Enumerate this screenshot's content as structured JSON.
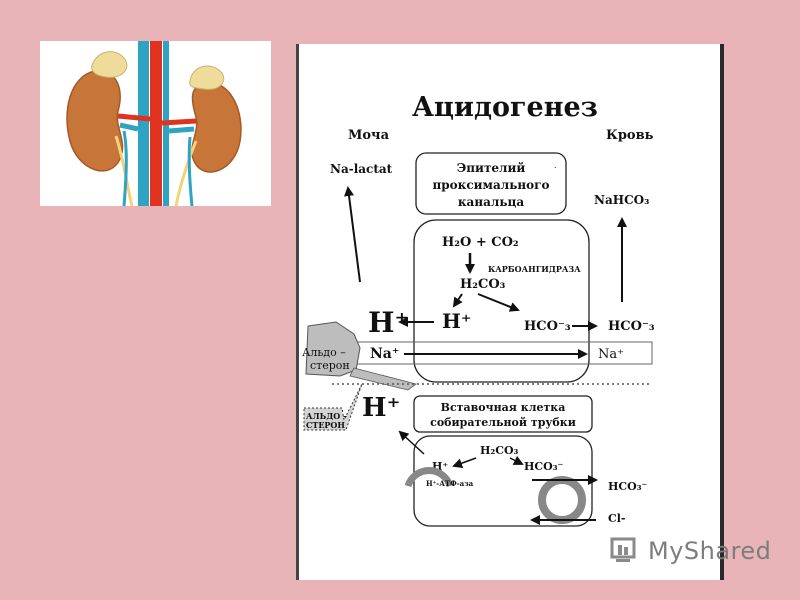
{
  "slide": {
    "background": "#e8b4b8"
  },
  "kidney_image": {
    "icon": "kidneys-anatomy-illustration"
  },
  "diagram": {
    "title": "Ацидогенез",
    "left_header": "Моча",
    "right_header": "Кровь",
    "urine_product": "Na-lactat",
    "blood_product": "NaHCO₃",
    "proximal_box": [
      "Эпителий",
      "проксимального",
      "канальца"
    ],
    "reaction_top": "H₂O + CO₂",
    "enzyme": "КАРБОАНГИДРАЗА",
    "carbonic_acid": "H₂CO₃",
    "h_plus": "H⁺",
    "bicarbonate_cell": "HCO⁻₃",
    "bicarbonate_blood": "HCO⁻₃",
    "sodium_left": "Na⁺",
    "sodium_right": "Na⁺",
    "aldosterone_1": [
      "Альдо –",
      "стерон"
    ],
    "aldosterone_2": [
      "АЛЬДО –",
      "СТЕРОН"
    ],
    "collecting_box": [
      "Вставочная клетка",
      "собирательной трубки"
    ],
    "h_plus_collecting": "H⁺",
    "carbonic_acid_2": "H₂CO₃",
    "h_plus_small": "H⁺",
    "bicarbonate_2": "HCO₃⁻",
    "atpase": "H⁺-АТФ-аза",
    "bicarbonate_out": "HCO₃⁻",
    "chloride": "Cl-"
  },
  "watermark": {
    "text": "MyShared",
    "icon": "myshared-logo-icon"
  }
}
